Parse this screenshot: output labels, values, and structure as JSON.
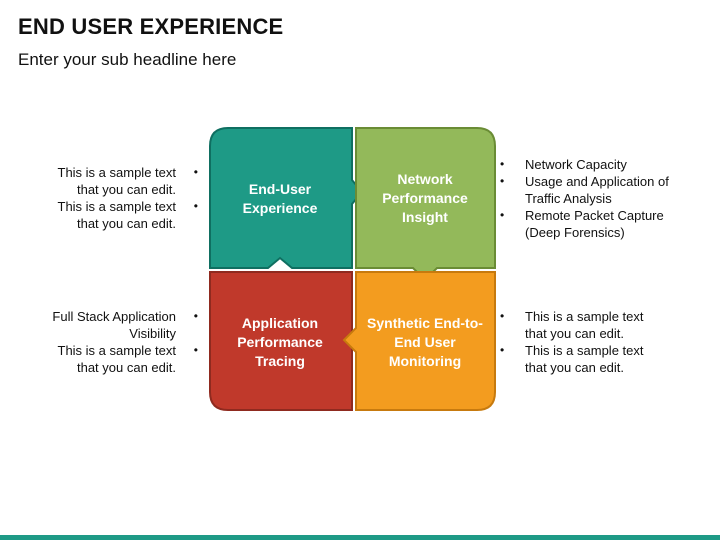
{
  "header": {
    "title": "END USER EXPERIENCE",
    "subtitle": "Enter your sub headline here"
  },
  "tiles": {
    "top_left": {
      "label": "End-User Experience",
      "color": "#1e9a86"
    },
    "top_right": {
      "label": "Network Performance Insight",
      "color": "#93b95a"
    },
    "bottom_left": {
      "label": "Application Performance Tracing",
      "color": "#c0392b"
    },
    "bottom_right": {
      "label": "Synthetic End-to-End User Monitoring",
      "color": "#f39c1f"
    }
  },
  "lists": {
    "top_left": [
      "This is a sample text that you can edit.",
      "This is a sample text that you can edit."
    ],
    "top_right": [
      "Network Capacity",
      "Usage and Application of Traffic Analysis",
      "Remote Packet Capture (Deep Forensics)"
    ],
    "bottom_left": [
      "Full Stack Application Visibility",
      "This is a sample text that you can edit."
    ],
    "bottom_right": [
      "This is a sample text that you can edit.",
      "This is a sample text that you can edit."
    ]
  },
  "footer": {
    "bar_color": "#1e9a86"
  }
}
